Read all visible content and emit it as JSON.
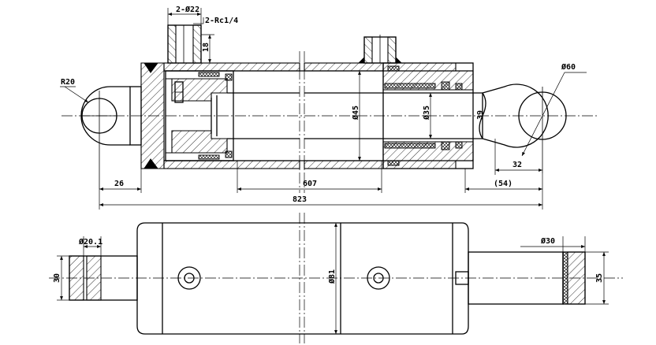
{
  "top_view": {
    "ports_callout": "2-Ø22",
    "thread_callout": "2-Rc1/4",
    "port_height": "18",
    "radius_left": "R20",
    "rod_eye_dia": "Ø60",
    "piston_dia": "Ø45",
    "rod_dia": "Ø35",
    "rod_section": "39",
    "eye_offset": "32",
    "stroke": "607",
    "left_len": "26",
    "extension": "(54)",
    "overall": "823"
  },
  "bottom_view": {
    "pin_hole": "Ø20.1",
    "clevis_width": "30",
    "barrel_dia": "Ø81",
    "eye_hole": "Ø30",
    "eye_width": "35"
  }
}
